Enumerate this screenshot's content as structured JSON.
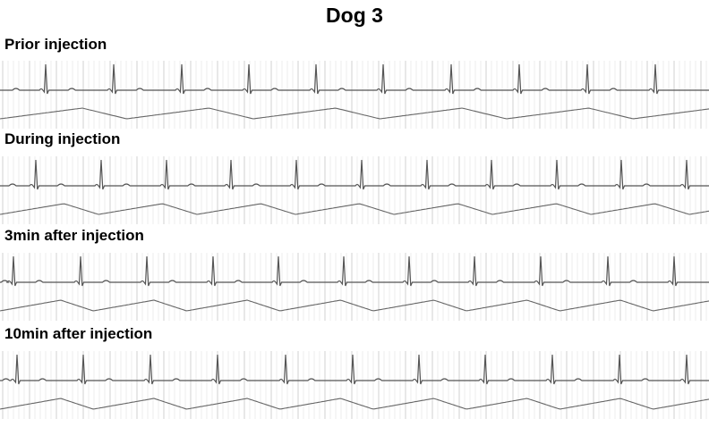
{
  "figure": {
    "title": "Dog 3"
  },
  "chart_data": [
    {
      "type": "line",
      "title": "Prior injection",
      "series": [
        {
          "description": "ECG",
          "beat_peaks_px": [
            51,
            127,
            203,
            278,
            353,
            428,
            504,
            580,
            656,
            732
          ]
        },
        {
          "description": "respiration",
          "cycles": 5.6
        }
      ]
    },
    {
      "type": "line",
      "title": "During injection",
      "series": [
        {
          "description": "ECG",
          "beat_peaks_px": [
            40,
            113,
            186,
            258,
            331,
            404,
            477,
            549,
            622,
            694,
            767
          ]
        },
        {
          "description": "respiration",
          "cycles": 7.2
        }
      ]
    },
    {
      "type": "line",
      "title": "3min after injection",
      "series": [
        {
          "description": "ECG",
          "beat_peaks_px": [
            15,
            90,
            164,
            238,
            311,
            384,
            457,
            530,
            604,
            679,
            753
          ]
        },
        {
          "description": "respiration",
          "cycles": 7.6
        }
      ]
    },
    {
      "type": "line",
      "title": "10min after injection",
      "series": [
        {
          "description": "ECG",
          "beat_peaks_px": [
            19,
            93,
            168,
            243,
            319,
            394,
            468,
            542,
            617,
            692,
            767
          ]
        },
        {
          "description": "respiration",
          "cycles": 7.6
        }
      ]
    }
  ]
}
